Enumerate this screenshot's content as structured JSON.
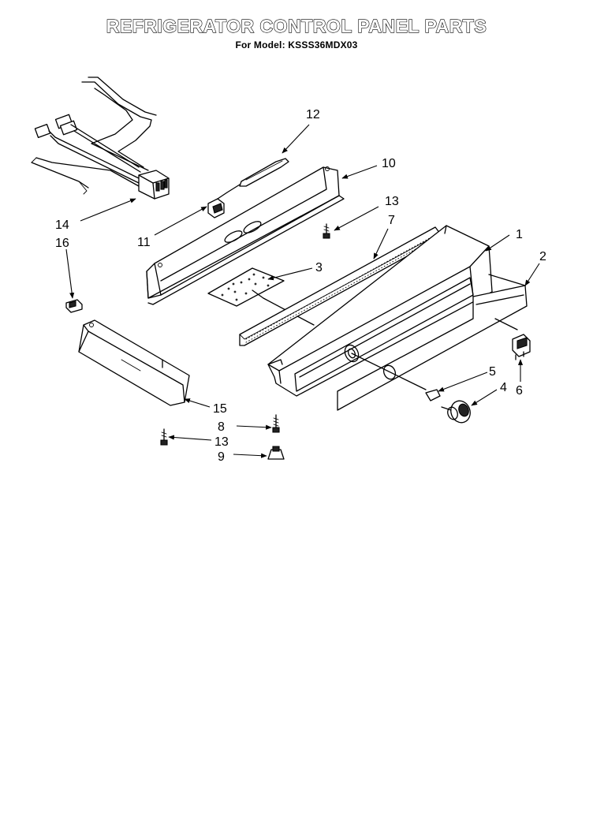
{
  "title": "REFRIGERATOR CONTROL PANEL PARTS",
  "subtitle": "For Model: KSSS36MDX03",
  "callouts": {
    "c1": "1",
    "c2": "2",
    "c3": "3",
    "c4": "4",
    "c5": "5",
    "c6": "6",
    "c7": "7",
    "c8": "8",
    "c9": "9",
    "c10": "10",
    "c11": "11",
    "c12": "12",
    "c13a": "13",
    "c13b": "13",
    "c14": "14",
    "c15": "15",
    "c16": "16"
  }
}
